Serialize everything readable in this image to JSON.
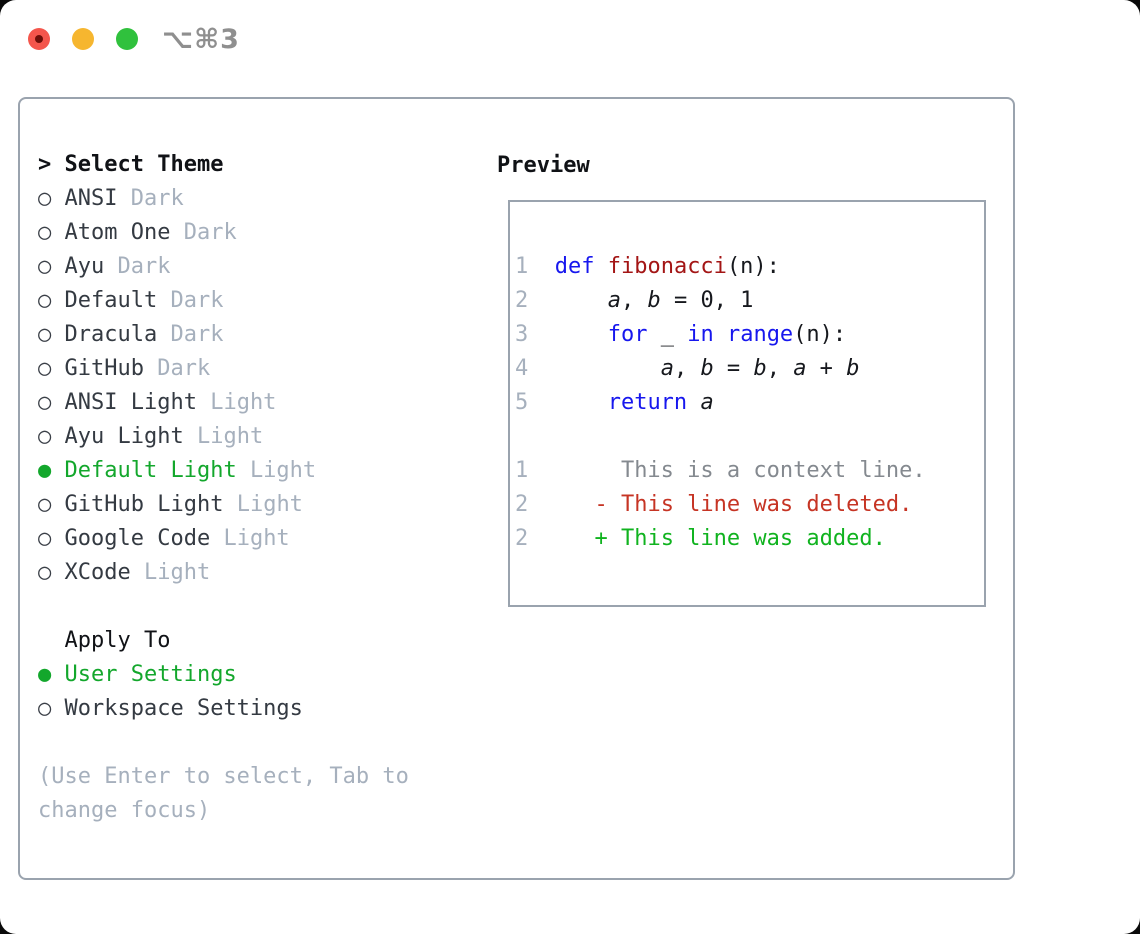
{
  "window": {
    "title": "⌥⌘3",
    "traffic_lights": [
      "close",
      "minimize",
      "maximize"
    ]
  },
  "colors": {
    "accent_green": "#13a72c",
    "diff_added": "#10b31f",
    "diff_deleted": "#c63424",
    "keyword_blue": "#1717ee",
    "function_red": "#a31515",
    "dim_gray": "#a6b0bd",
    "context_gray": "#84898f",
    "border_gray": "#9aa3ae",
    "traffic_red": "#f4564c",
    "traffic_yellow": "#f6b62f",
    "traffic_green": "#30c13d"
  },
  "glyphs": {
    "radio_unselected": "○",
    "radio_selected": "●",
    "cursor_prefix": ">"
  },
  "theme_picker": {
    "header": "Select Theme",
    "items": [
      {
        "label": "ANSI",
        "variant": "Dark",
        "selected": false
      },
      {
        "label": "Atom One",
        "variant": "Dark",
        "selected": false
      },
      {
        "label": "Ayu",
        "variant": "Dark",
        "selected": false
      },
      {
        "label": "Default",
        "variant": "Dark",
        "selected": false
      },
      {
        "label": "Dracula",
        "variant": "Dark",
        "selected": false
      },
      {
        "label": "GitHub",
        "variant": "Dark",
        "selected": false
      },
      {
        "label": "ANSI Light",
        "variant": "Light",
        "selected": false
      },
      {
        "label": "Ayu Light",
        "variant": "Light",
        "selected": false
      },
      {
        "label": "Default Light",
        "variant": "Light",
        "selected": true
      },
      {
        "label": "GitHub Light",
        "variant": "Light",
        "selected": false
      },
      {
        "label": "Google Code",
        "variant": "Light",
        "selected": false
      },
      {
        "label": "XCode",
        "variant": "Light",
        "selected": false
      }
    ],
    "apply_to": {
      "header": "Apply To",
      "options": [
        {
          "label": "User Settings",
          "selected": true
        },
        {
          "label": "Workspace Settings",
          "selected": false
        }
      ]
    },
    "help_lines": [
      "(Use Enter to select, Tab to",
      "change focus)"
    ]
  },
  "preview": {
    "title": "Preview",
    "lines": [
      {
        "num": "1",
        "seg": [
          [
            "def",
            "kw"
          ],
          [
            " ",
            "pl"
          ],
          [
            "fibonacci",
            "fn"
          ],
          [
            "(n):",
            "pl"
          ]
        ]
      },
      {
        "num": "2",
        "seg": [
          [
            "    ",
            "pl"
          ],
          [
            "a",
            "var"
          ],
          [
            ", ",
            "pl"
          ],
          [
            "b",
            "var"
          ],
          [
            " = 0, 1",
            "pl"
          ]
        ]
      },
      {
        "num": "3",
        "seg": [
          [
            "    ",
            "pl"
          ],
          [
            "for",
            "kw"
          ],
          [
            " _ ",
            "pl"
          ],
          [
            "in",
            "kw"
          ],
          [
            " ",
            "pl"
          ],
          [
            "range",
            "kw"
          ],
          [
            "(n):",
            "pl"
          ]
        ]
      },
      {
        "num": "4",
        "seg": [
          [
            "        ",
            "pl"
          ],
          [
            "a",
            "var"
          ],
          [
            ", ",
            "pl"
          ],
          [
            "b",
            "var"
          ],
          [
            " = ",
            "pl"
          ],
          [
            "b",
            "var"
          ],
          [
            ", ",
            "pl"
          ],
          [
            "a",
            "var"
          ],
          [
            " + ",
            "pl"
          ],
          [
            "b",
            "var"
          ]
        ]
      },
      {
        "num": "5",
        "seg": [
          [
            "    ",
            "pl"
          ],
          [
            "return",
            "kw"
          ],
          [
            " ",
            "pl"
          ],
          [
            "a",
            "var"
          ]
        ]
      },
      {
        "num": null,
        "seg": []
      },
      {
        "num": "1",
        "seg": [
          [
            "     This is a context line.",
            "ctx"
          ]
        ]
      },
      {
        "num": "2",
        "seg": [
          [
            "   ",
            "pl"
          ],
          [
            "- This line was deleted.",
            "del"
          ]
        ]
      },
      {
        "num": "2",
        "seg": [
          [
            "   ",
            "pl"
          ],
          [
            "+ This line was added.",
            "add"
          ]
        ]
      }
    ]
  }
}
